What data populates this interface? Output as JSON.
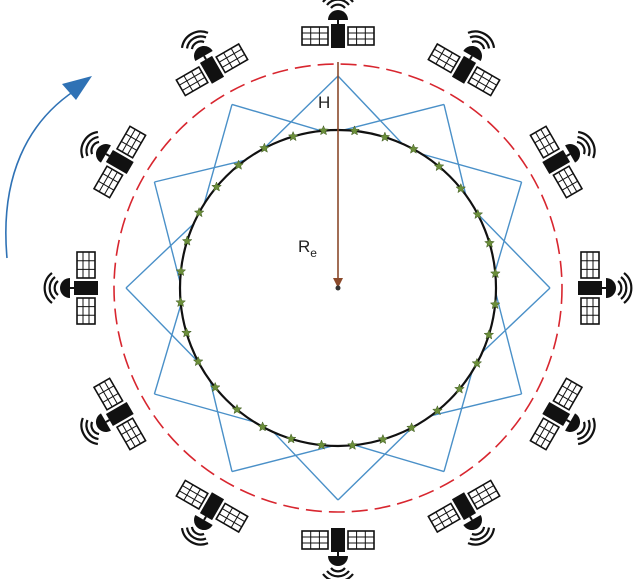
{
  "labels": {
    "altitude": "H",
    "radius_main": "R",
    "radius_sub": "e"
  },
  "satellites": [
    {
      "id": "sat-0"
    },
    {
      "id": "sat-1"
    },
    {
      "id": "sat-2"
    },
    {
      "id": "sat-3"
    },
    {
      "id": "sat-4"
    },
    {
      "id": "sat-5"
    },
    {
      "id": "sat-6"
    },
    {
      "id": "sat-7"
    },
    {
      "id": "sat-8"
    },
    {
      "id": "sat-9"
    },
    {
      "id": "sat-10"
    },
    {
      "id": "sat-11"
    }
  ],
  "ground_station_count": 32,
  "colors": {
    "earth": "#111111",
    "orbit": "#d8262f",
    "links": "#4a90c8",
    "radius_arrow": "#8b4a2b",
    "ground_station": "#6b8e3a",
    "rotation_arrow": "#2f72b5",
    "satellite": "#111111",
    "panel": "#ffffff"
  }
}
